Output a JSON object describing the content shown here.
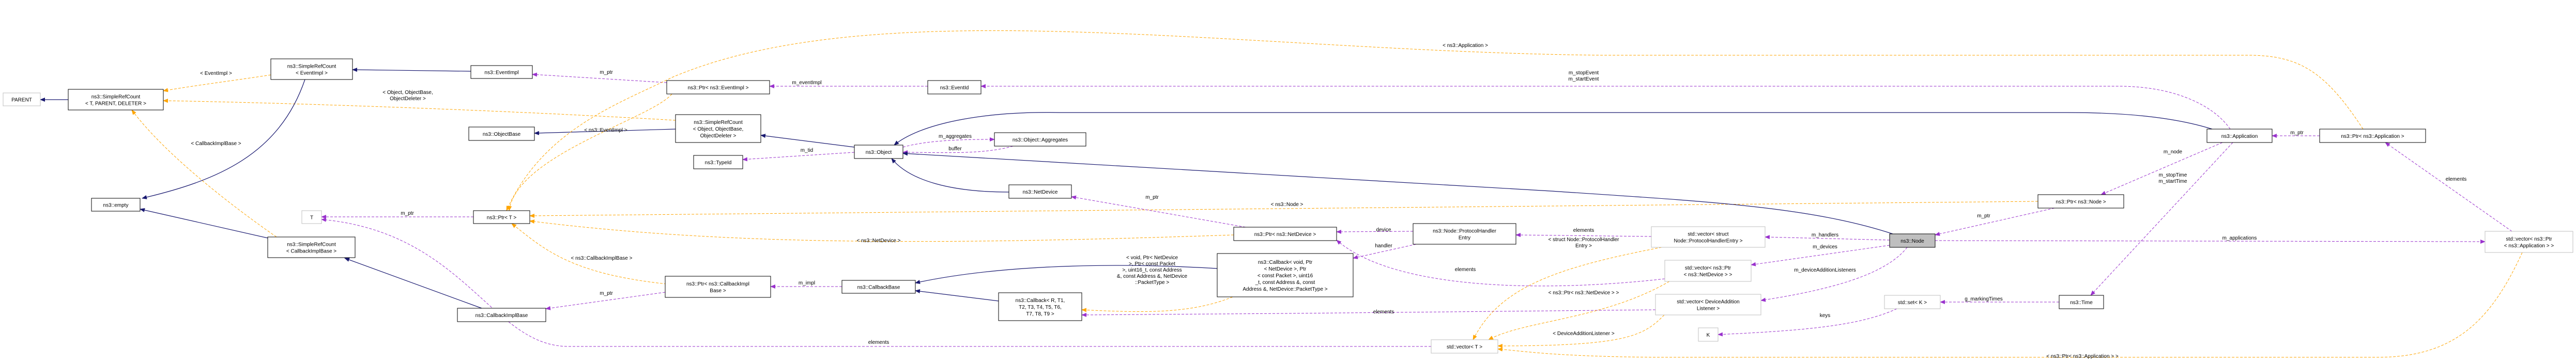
{
  "title": "ns3::Node collaboration diagram",
  "colors": {
    "inheritance": "#191970",
    "usage": "#9a32cd",
    "template": "#ffa500",
    "current": "#bfbfbf"
  },
  "nodes": [
    {
      "id": "parent",
      "lines": [
        "PARENT"
      ]
    },
    {
      "id": "src_tpd",
      "lines": [
        "ns3::SimpleRefCount",
        "< T, PARENT, DELETER >"
      ]
    },
    {
      "id": "src_ev",
      "lines": [
        "ns3::SimpleRefCount",
        "< EventImpl >"
      ]
    },
    {
      "id": "eventimpl",
      "lines": [
        "ns3::EventImpl"
      ]
    },
    {
      "id": "objectbase",
      "lines": [
        "ns3::ObjectBase"
      ]
    },
    {
      "id": "empty",
      "lines": [
        "ns3::empty"
      ]
    },
    {
      "id": "T",
      "lines": [
        "T"
      ]
    },
    {
      "id": "ptrT",
      "lines": [
        "ns3::Ptr< T >"
      ]
    },
    {
      "id": "src_cb",
      "lines": [
        "ns3::SimpleRefCount",
        "< CallbackImplBase >"
      ]
    },
    {
      "id": "cbimplbase",
      "lines": [
        "ns3::CallbackImplBase"
      ]
    },
    {
      "id": "ptr_ev",
      "lines": [
        "ns3::Ptr< ns3::EventImpl >"
      ]
    },
    {
      "id": "eventid",
      "lines": [
        "ns3::EventId"
      ]
    },
    {
      "id": "src_obj",
      "lines": [
        "ns3::SimpleRefCount",
        "< Object, ObjectBase,",
        "ObjectDeleter >"
      ]
    },
    {
      "id": "typeid",
      "lines": [
        "ns3::TypeId"
      ]
    },
    {
      "id": "object",
      "lines": [
        "ns3::Object"
      ]
    },
    {
      "id": "aggregates",
      "lines": [
        "ns3::Object::Aggregates"
      ]
    },
    {
      "id": "netdevice",
      "lines": [
        "ns3::NetDevice"
      ]
    },
    {
      "id": "ptr_nd",
      "lines": [
        "ns3::Ptr< ns3::NetDevice >"
      ]
    },
    {
      "id": "ptr_cbi",
      "lines": [
        "ns3::Ptr< ns3::CallbackImpl",
        "Base >"
      ]
    },
    {
      "id": "cbbase",
      "lines": [
        "ns3::CallbackBase"
      ]
    },
    {
      "id": "cb_R",
      "lines": [
        "ns3::Callback< R, T1,",
        "T2, T3, T4, T5, T6,",
        "T7, T8, T9 >"
      ]
    },
    {
      "id": "cb_void",
      "lines": [
        "ns3::Callback< void, Ptr",
        "< NetDevice >, Ptr",
        "< const Packet >, uint16",
        "_t, const Address &, const",
        "Address &, NetDevice::PacketType >"
      ]
    },
    {
      "id": "phe",
      "lines": [
        "ns3::Node::ProtocolHandler",
        "Entry"
      ]
    },
    {
      "id": "vec_phe",
      "lines": [
        "std::vector< struct",
        "Node::ProtocolHandlerEntry >"
      ]
    },
    {
      "id": "vec_nd",
      "lines": [
        "std::vector< ns3::Ptr",
        "< ns3::NetDevice > >"
      ]
    },
    {
      "id": "vec_dal",
      "lines": [
        "std::vector< DeviceAddition",
        "Listener >"
      ]
    },
    {
      "id": "vecT",
      "lines": [
        "std::vector< T >"
      ]
    },
    {
      "id": "K",
      "lines": [
        "K"
      ]
    },
    {
      "id": "setK",
      "lines": [
        "std::set< K >"
      ]
    },
    {
      "id": "node",
      "lines": [
        "ns3::Node"
      ]
    },
    {
      "id": "application",
      "lines": [
        "ns3::Application"
      ]
    },
    {
      "id": "ptr_app",
      "lines": [
        "ns3::Ptr< ns3::Application >"
      ]
    },
    {
      "id": "ptr_node",
      "lines": [
        "ns3::Ptr< ns3::Node >"
      ]
    },
    {
      "id": "vec_app",
      "lines": [
        "std::vector< ns3::Ptr",
        "< ns3::Application > >"
      ]
    },
    {
      "id": "time",
      "lines": [
        "ns3::Time"
      ]
    }
  ],
  "edges": [
    {
      "id": "e1",
      "label": []
    },
    {
      "id": "e2",
      "label": [
        "< EventImpl >"
      ]
    },
    {
      "id": "e3",
      "label": [
        "< Object, ObjectBase,",
        "ObjectDeleter >"
      ]
    },
    {
      "id": "e4",
      "label": [
        "< CallbackImplBase >"
      ]
    },
    {
      "id": "e5",
      "label": []
    },
    {
      "id": "e6",
      "label": []
    },
    {
      "id": "e7",
      "label": []
    },
    {
      "id": "e8",
      "label": [
        "m_ptr"
      ]
    },
    {
      "id": "e9",
      "label": []
    },
    {
      "id": "e10",
      "label": [
        "< ns3::EventImpl >"
      ]
    },
    {
      "id": "e11",
      "label": [
        "< ns3::Application >"
      ]
    },
    {
      "id": "e12",
      "label": [
        "< ns3::Node >"
      ]
    },
    {
      "id": "e13",
      "label": [
        "< ns3::NetDevice >"
      ]
    },
    {
      "id": "e14",
      "label": [
        "< ns3::CallbackImplBase >"
      ]
    },
    {
      "id": "e15",
      "label": [
        "m_ptr"
      ]
    },
    {
      "id": "e16",
      "label": [
        "elements"
      ]
    },
    {
      "id": "e17",
      "label": []
    },
    {
      "id": "e18",
      "label": [
        "m_ptr"
      ]
    },
    {
      "id": "e19",
      "label": [
        "m_impl"
      ]
    },
    {
      "id": "e20",
      "label": []
    },
    {
      "id": "e21",
      "label": []
    },
    {
      "id": "e22",
      "label": [
        "< void, Ptr< NetDevice",
        ">, Ptr< const Packet",
        ">, uint16_t, const Address",
        "&, const Address &, NetDevice",
        "::PacketType >"
      ]
    },
    {
      "id": "e23",
      "label": [
        "elements"
      ]
    },
    {
      "id": "e24",
      "label": []
    },
    {
      "id": "e25",
      "label": [
        "m_tid"
      ]
    },
    {
      "id": "e26",
      "label": [
        "m_aggregates"
      ]
    },
    {
      "id": "e27",
      "label": [
        "buffer"
      ]
    },
    {
      "id": "e28",
      "label": []
    },
    {
      "id": "e29",
      "label": []
    },
    {
      "id": "e30",
      "label": []
    },
    {
      "id": "e31",
      "label": [
        "m_ptr"
      ]
    },
    {
      "id": "e32",
      "label": [
        "device"
      ]
    },
    {
      "id": "e33",
      "label": [
        "handler"
      ]
    },
    {
      "id": "e34",
      "label": [
        "elements"
      ]
    },
    {
      "id": "e35",
      "label": [
        "elements"
      ]
    },
    {
      "id": "e36",
      "label": [
        "< struct Node::ProtocolHandler",
        "Entry >"
      ]
    },
    {
      "id": "e37",
      "label": [
        "< ns3::Ptr< ns3::NetDevice > >"
      ]
    },
    {
      "id": "e38",
      "label": [
        "< DeviceAdditionListener >"
      ]
    },
    {
      "id": "e39",
      "label": [
        "< ns3::Ptr< ns3::Application > >"
      ]
    },
    {
      "id": "e40",
      "label": [
        "m_handlers"
      ]
    },
    {
      "id": "e41",
      "label": [
        "m_devices"
      ]
    },
    {
      "id": "e42",
      "label": [
        "m_deviceAdditionListeners"
      ]
    },
    {
      "id": "e43",
      "label": [
        "keys"
      ]
    },
    {
      "id": "e44",
      "label": [
        "g_markingTimes"
      ]
    },
    {
      "id": "e45",
      "label": [
        "m_ptr"
      ]
    },
    {
      "id": "e46",
      "label": [
        "m_applications"
      ]
    },
    {
      "id": "e47",
      "label": [
        "m_node"
      ]
    },
    {
      "id": "e48",
      "label": [
        "m_stopTime",
        "m_startTime"
      ]
    },
    {
      "id": "e49",
      "label": [
        "m_ptr"
      ]
    },
    {
      "id": "e50",
      "label": [
        "elements"
      ]
    },
    {
      "id": "e51",
      "label": [
        "m_stopEvent",
        "m_startEvent"
      ]
    },
    {
      "id": "e52",
      "label": [
        "m_eventImpl"
      ]
    }
  ]
}
